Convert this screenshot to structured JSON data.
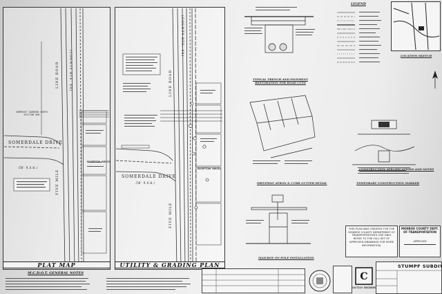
{
  "plat_map": {
    "title": "PLAT MAP",
    "road_label": "FIVE MILE",
    "county_route": "(COUNTY RTE. 69)",
    "street_name": "SOMERDALE DRIVE",
    "row_label": "(50' R.O.W.)",
    "line_road": "LINE ROAD",
    "exception_parcel": "EXCEPTION PARCEL",
    "subdivision_note": "SOMERSET GARDENS HGHTS SECTION ONE"
  },
  "utility_plan": {
    "title": "UTILITY & GRADING PLAN",
    "road_label": "FIVE MILE",
    "county_route": "(COUNTY RTE. 69)",
    "street_name": "SOMERDALE DRIVE",
    "row_label": "(50' R.O.W.)",
    "line_road": "LINE ROAD",
    "exception_parcel": "EXCEPTION PARCEL"
  },
  "details": {
    "typical_trench": "TYPICAL TRENCH AND PAVEMENT RESTORATION FOR ROAD CUTS",
    "driveway_apron": "DRIVEWAY APRON & CURB GUTTER DETAIL",
    "mailbox_post": "MAILBOX ON POLE INSTALLATION",
    "temporary_construction": "TEMPORARY CONSTRUCTION MARKER",
    "construction_specs": "CONSTRUCTION SPECIFICATIONS AND NOTES"
  },
  "legend": {
    "title": "LEGEND"
  },
  "location_sketch": {
    "title": "LOCATION SKETCH"
  },
  "notes": {
    "general_notes_title": "M.C.D.O.T. GENERAL NOTES"
  },
  "approval": {
    "stamp_text": "THIS PLAN WAS CREATED FOR THE MONROE COUNTY DEPARTMENT OF TRANSPORTATION'S USE ONLY. REFER TO THE FULL SET OF APPROVED DRAWINGS FOR MORE INFORMATION.",
    "county_header": "MONROE COUNTY DEPT. OF TRANSPORTATION",
    "approved_label": "APPROVED"
  },
  "title_block": {
    "project_title": "STUMPF SUBDIVISION",
    "firm_name": "COSTICH ENGINEERING"
  },
  "colors": {
    "line": "#333333",
    "paper": "#eeeeee"
  }
}
